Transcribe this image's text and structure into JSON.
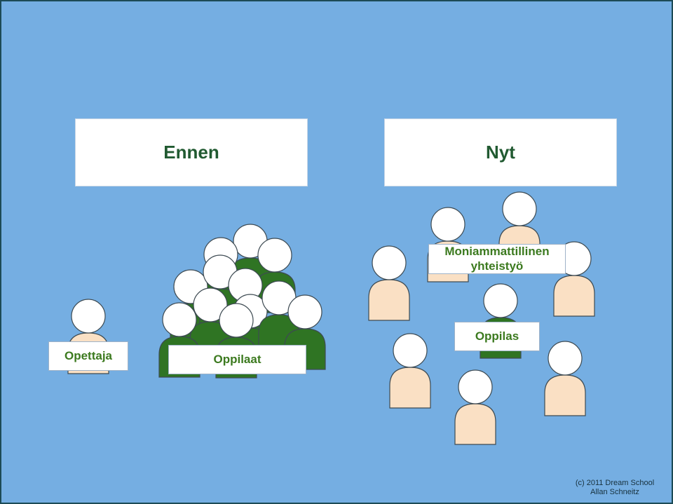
{
  "headings": {
    "before": "Ennen",
    "now": "Nyt"
  },
  "labels": {
    "teacher": "Opettaja",
    "students": "Oppilaat",
    "collaboration_line1": "Moniammattillinen",
    "collaboration_line2": "yhteistyö",
    "student": "Oppilas"
  },
  "credit": {
    "line1": "(c) 2011 Dream School",
    "line2": "Allan Schneitz"
  },
  "colors": {
    "background": "#75aee2",
    "heading_text": "#215a31",
    "label_text": "#3c7a1f",
    "student_body": "#2f7423",
    "professional_body": "#fae0c4",
    "head_fill": "#ffffff"
  }
}
